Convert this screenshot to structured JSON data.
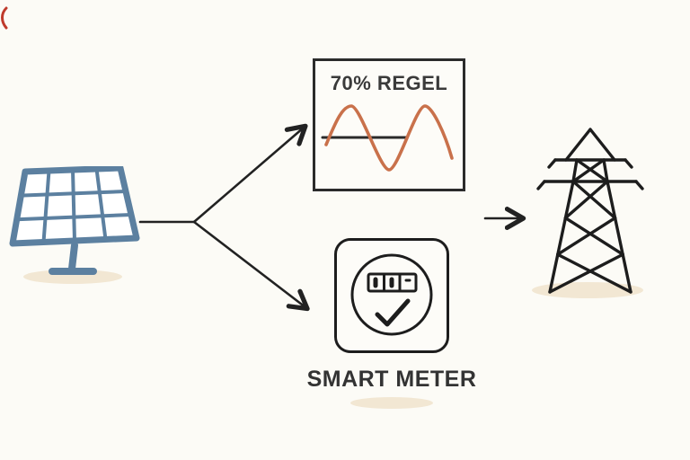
{
  "regel_box": {
    "title": "70% REGEL"
  },
  "smart_meter": {
    "label": "SMART METER"
  },
  "colors": {
    "background": "#fcfbf6",
    "ink": "#222222",
    "wave_orange": "#c9714b",
    "panel_blue": "#5c80a0",
    "shadow_beige": "#f2e7d3",
    "corner_red": "#bf3a2b"
  },
  "icons": {
    "solar_panel": "solar-panel-icon",
    "sine_wave": "sine-wave-icon",
    "cap_line": "cap-line",
    "smart_meter": "smart-meter-icon",
    "meter_display": "meter-display-icon",
    "checkmark": "checkmark-icon",
    "transmission_tower": "transmission-tower-icon",
    "arrows": "arrow-icon"
  },
  "diagram": {
    "nodes": [
      {
        "id": "solar-panel",
        "kind": "icon",
        "label": ""
      },
      {
        "id": "regel-box",
        "kind": "box",
        "title": "70% REGEL",
        "icon": "sine-wave-with-cap"
      },
      {
        "id": "smart-meter",
        "kind": "box",
        "label": "SMART METER",
        "icon": "meter-with-checkmark"
      },
      {
        "id": "grid-tower",
        "kind": "icon",
        "label": ""
      }
    ],
    "edges": [
      {
        "from": "solar-panel",
        "to": "regel-box"
      },
      {
        "from": "solar-panel",
        "to": "smart-meter"
      },
      {
        "from": "regel-box",
        "to": "grid-tower"
      }
    ]
  }
}
